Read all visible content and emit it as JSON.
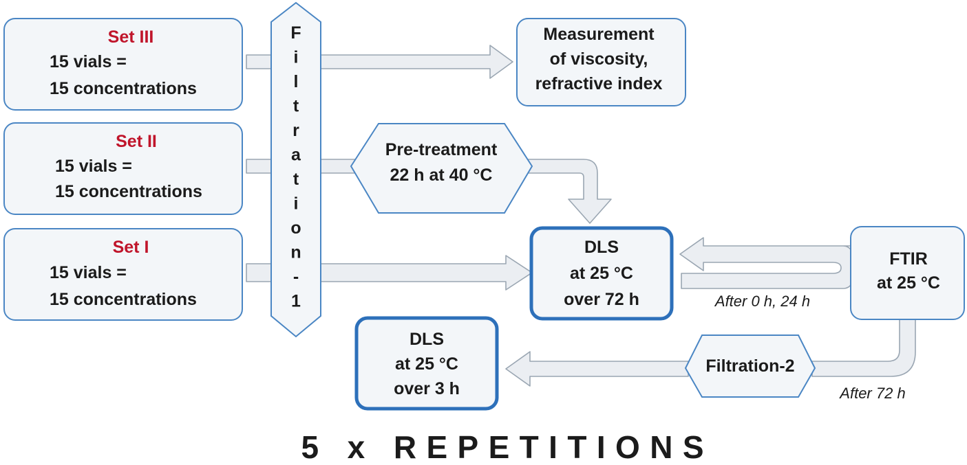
{
  "sets": [
    {
      "title": "Set III",
      "line1": "15 vials =",
      "line2": "15 concentrations"
    },
    {
      "title": "Set II",
      "line1": "15 vials =",
      "line2": "15 concentrations"
    },
    {
      "title": "Set I",
      "line1": "15 vials =",
      "line2": "15 concentrations"
    }
  ],
  "filtration1": {
    "letters": [
      "F",
      "i",
      "l",
      "t",
      "r",
      "a",
      "t",
      "i",
      "o",
      "n",
      "-",
      "1"
    ]
  },
  "measurement": {
    "line1": "Measurement",
    "line2": "of viscosity,",
    "line3": "refractive index"
  },
  "pretreatment": {
    "line1": "Pre-treatment",
    "line2": "22 h at 40 °C"
  },
  "dls_main": {
    "line1": "DLS",
    "line2": "at 25 °C",
    "line3": "over 72 h"
  },
  "ftir": {
    "line1": "FTIR",
    "line2": "at 25 °C"
  },
  "after_0_24": "After 0 h, 24 h",
  "after_72": "After 72 h",
  "filtration2": "Filtration-2",
  "dls_final": {
    "line1": "DLS",
    "line2": "at 25 °C",
    "line3": "over 3 h"
  },
  "footer": "5 x REPETITIONS",
  "colors": {
    "box_border": "#4a86c4",
    "accent_border": "#2d70ba",
    "set_title": "#c0152b",
    "arrow_fill": "#ebeef2"
  }
}
